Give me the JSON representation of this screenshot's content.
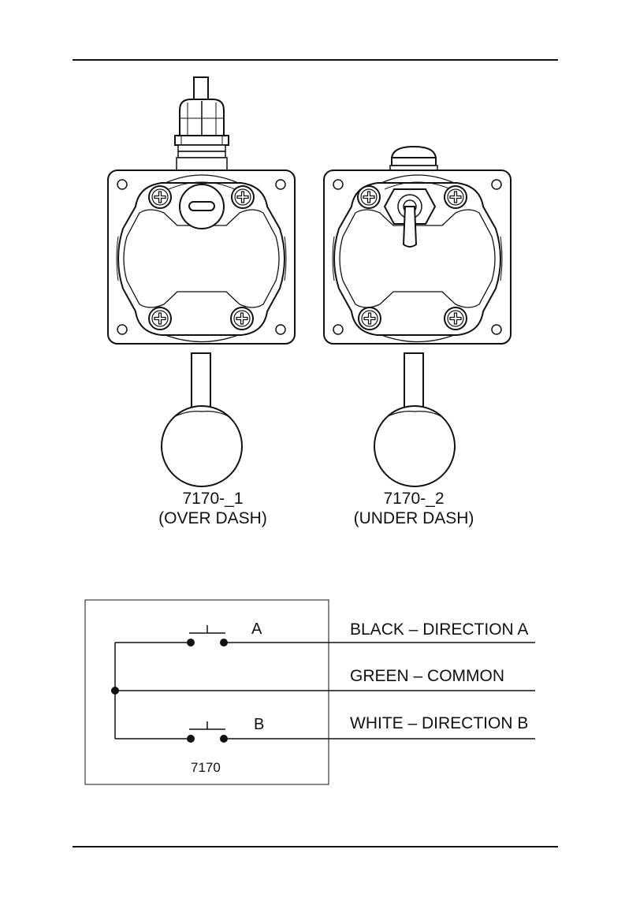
{
  "units": {
    "over_dash": {
      "model": "7170-_1",
      "mount": "(OVER DASH)"
    },
    "under_dash": {
      "model": "7170-_2",
      "mount": "(UNDER DASH)"
    }
  },
  "schematic": {
    "switch_a_label": "A",
    "switch_b_label": "B",
    "part_label": "7170",
    "wires": [
      {
        "label": "BLACK – DIRECTION A"
      },
      {
        "label": "GREEN – COMMON"
      },
      {
        "label": "WHITE – DIRECTION B"
      }
    ]
  }
}
